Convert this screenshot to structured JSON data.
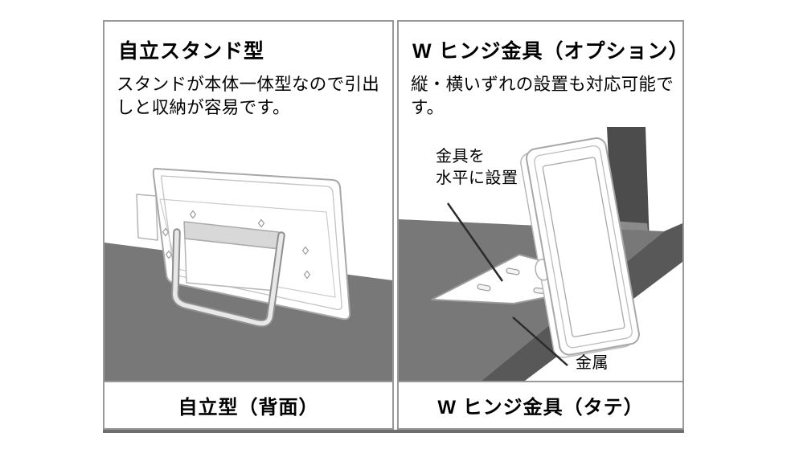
{
  "figure": {
    "left_panel": {
      "title": "自立スタンド型",
      "description": "スタンドが本体一体型なので引出しと収納が容易です。",
      "caption": "自立型（背面）"
    },
    "right_panel": {
      "title": "W ヒンジ金具（オプション）",
      "description": "縦・横いずれの設置も対応可能です。",
      "bracket_label_line1": "金具を",
      "bracket_label_line2": "水平に設置",
      "metal_label": "金属",
      "caption": "W ヒンジ金具（タテ）"
    },
    "colors": {
      "panel_border": "#999999",
      "floor_gray": "#787878",
      "ledge_top_gray": "#787878",
      "ledge_front_gray": "#585858",
      "metal_column_gray": "#4c4c4c",
      "stand_bar_gray": "#d8d8d8",
      "line_art_stroke": "#adadad",
      "leader_line": "#2b2b2b",
      "bottom_shadow": "#6e6e6e"
    }
  }
}
